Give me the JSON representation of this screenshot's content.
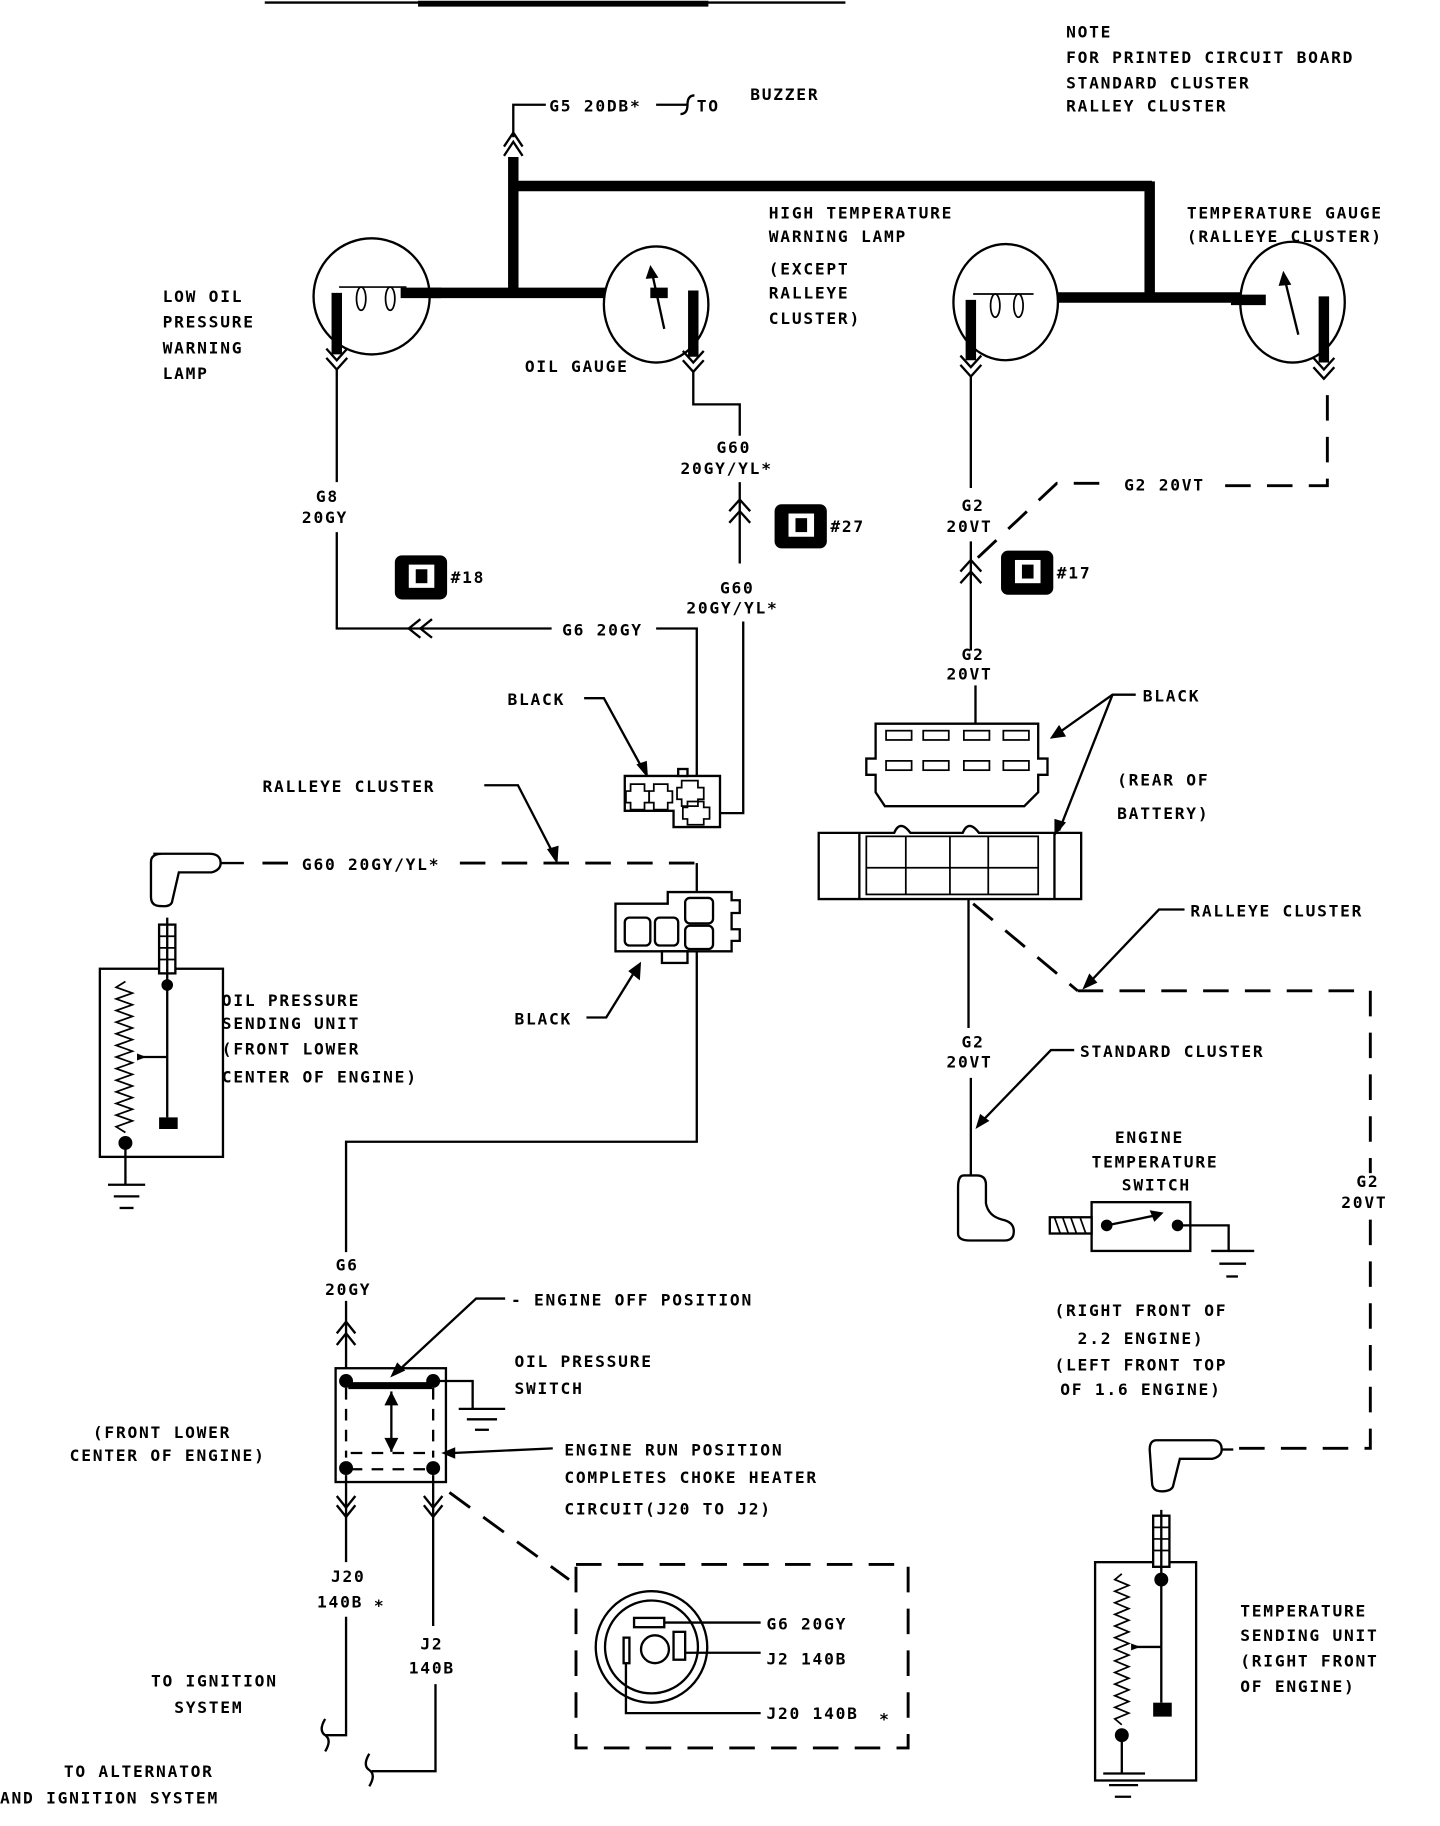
{
  "title_rule": "",
  "note": {
    "lines": [
      "NOTE",
      "FOR PRINTED CIRCUIT BOARD",
      "STANDARD CLUSTER",
      "RALLEY CLUSTER"
    ]
  },
  "buzzer": {
    "wire": "G5 20DB*",
    "to": "TO",
    "label": "BUZZER"
  },
  "components": {
    "low_oil_lamp": [
      "LOW OIL",
      "PRESSURE",
      "WARNING",
      "LAMP"
    ],
    "oil_gauge": "OIL GAUGE",
    "high_temp_lamp": [
      "HIGH TEMPERATURE",
      "WARNING LAMP"
    ],
    "high_temp_except": [
      "(EXCEPT",
      "RALLEYE",
      "CLUSTER)"
    ],
    "temp_gauge": [
      "TEMPERATURE GAUGE",
      "(RALLEYE CLUSTER)"
    ],
    "oil_sending_unit": [
      "OIL PRESSURE",
      "SENDING UNIT",
      "(FRONT LOWER",
      "CENTER OF ENGINE)"
    ],
    "oil_pressure_switch": [
      "OIL PRESSURE",
      "SWITCH"
    ],
    "oil_switch_location": [
      "(FRONT LOWER",
      "CENTER OF ENGINE)"
    ],
    "engine_off": "- ENGINE OFF POSITION",
    "engine_run": [
      "ENGINE RUN POSITION",
      "COMPLETES CHOKE HEATER",
      "CIRCUIT(J20 TO J2)"
    ],
    "engine_temp_switch": [
      "ENGINE",
      "TEMPERATURE",
      "SWITCH"
    ],
    "engine_temp_switch_location": [
      "(RIGHT FRONT OF",
      "2.2 ENGINE)",
      "(LEFT FRONT TOP",
      "OF 1.6 ENGINE)"
    ],
    "temp_sending_unit": [
      "TEMPERATURE",
      "SENDING UNIT",
      "(RIGHT FRONT",
      "OF ENGINE)"
    ],
    "rear_of_battery": [
      "(REAR OF",
      "BATTERY)"
    ]
  },
  "wires": {
    "g8_left": [
      "G8",
      "20GY"
    ],
    "g60_upper": [
      "G60",
      "20GY/YL*"
    ],
    "g60_lower": [
      "G60",
      "20GY/YL*"
    ],
    "g6_horizontal": "G6 20GY",
    "g60_dashed": "G60 20GY/YL*",
    "g6_vertical": [
      "G6",
      "20GY"
    ],
    "j20": [
      "J20",
      "140B"
    ],
    "j2": [
      "J2",
      "140B"
    ],
    "g2_upper": [
      "G2",
      "20VT"
    ],
    "g2_dashed_top": "G2 20VT",
    "g2_middle": [
      "G2",
      "20VT"
    ],
    "g2_lower": [
      "G2",
      "20VT"
    ],
    "g2_right": [
      "G2",
      "20VT"
    ],
    "asterisk": "*"
  },
  "connector_refs": {
    "c18": "#18",
    "c27": "#27",
    "c17": "#17"
  },
  "callouts": {
    "black_left_top": "BLACK",
    "black_left_bottom": "BLACK",
    "black_right": "BLACK",
    "ralleye_left": "RALLEYE CLUSTER",
    "ralleye_right": "RALLEYE CLUSTER",
    "standard_cluster": "STANDARD CLUSTER"
  },
  "destinations": {
    "ignition": [
      "TO IGNITION",
      "SYSTEM"
    ],
    "alternator": [
      "TO ALTERNATOR",
      "AND IGNITION SYSTEM"
    ]
  },
  "inset": {
    "g6": "G6 20GY",
    "j2": "J2 140B",
    "j20": "J20 140B"
  }
}
